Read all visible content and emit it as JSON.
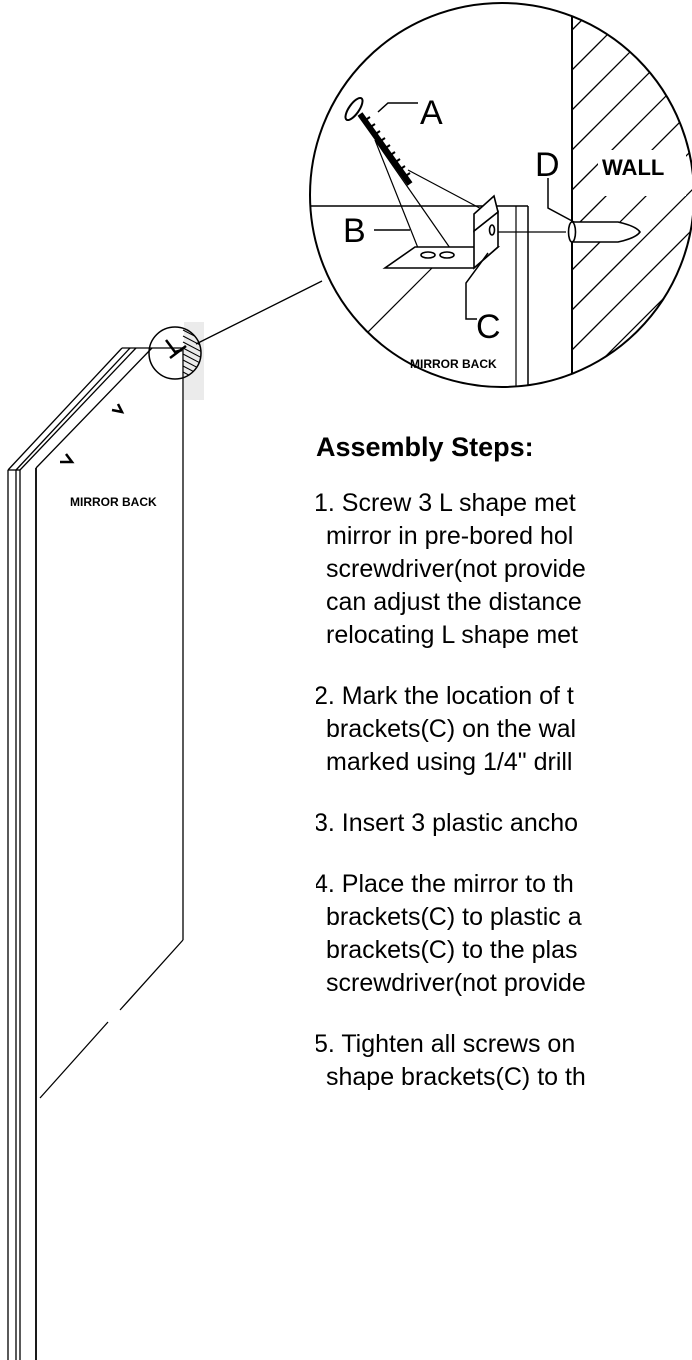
{
  "labels": {
    "a": "A",
    "b": "B",
    "c": "C",
    "d": "D",
    "wall": "WALL",
    "mirror_back_detail": "MIRROR BACK",
    "mirror_back_main": "MIRROR BACK"
  },
  "steps": {
    "title": "Assembly Steps:",
    "items": [
      {
        "lines": [
          "1. Screw 3 L shape met",
          "mirror in pre-bored hol",
          "screwdriver(not provide",
          "can adjust the distance",
          "relocating L shape met"
        ]
      },
      {
        "lines": [
          "2. Mark the location of t",
          "brackets(C) on the wal",
          "marked using 1/4\" drill"
        ]
      },
      {
        "lines": [
          "3. Insert 3 plastic ancho"
        ]
      },
      {
        "lines": [
          "4. Place the mirror to th",
          "brackets(C) to plastic a",
          "brackets(C) to the plas",
          "screwdriver(not provide"
        ]
      },
      {
        "lines": [
          "5. Tighten all screws on",
          "shape brackets(C) to th"
        ]
      }
    ]
  }
}
